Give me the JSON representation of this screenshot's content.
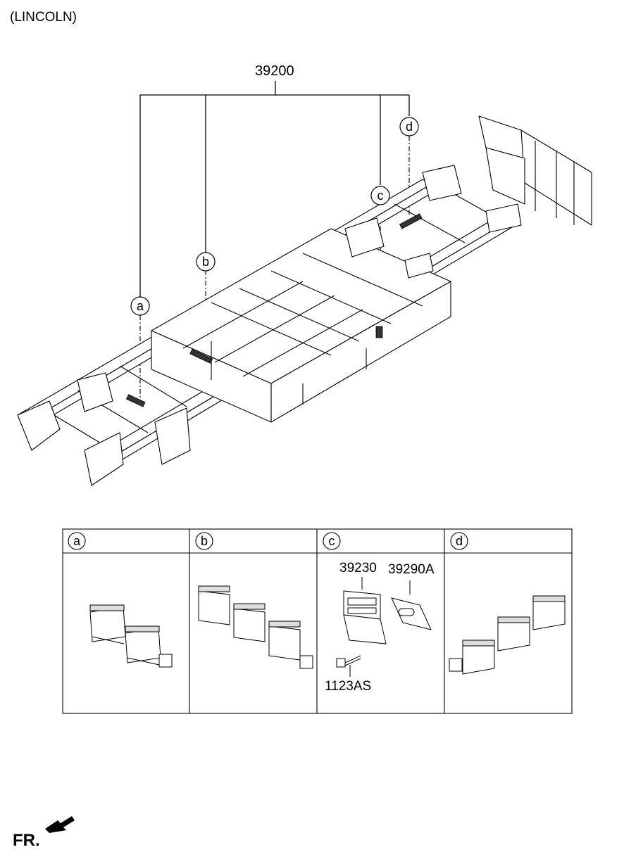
{
  "header": {
    "variant": "(LINCOLN)"
  },
  "diagram": {
    "main_part_number": "39200",
    "callouts": [
      {
        "id": "a"
      },
      {
        "id": "b"
      },
      {
        "id": "c"
      },
      {
        "id": "d"
      }
    ]
  },
  "detail_table": {
    "columns": [
      {
        "id": "a"
      },
      {
        "id": "b"
      },
      {
        "id": "c",
        "parts": [
          "39230",
          "39290A",
          "1123AS"
        ]
      },
      {
        "id": "d"
      }
    ]
  },
  "footer": {
    "direction_label": "FR."
  }
}
